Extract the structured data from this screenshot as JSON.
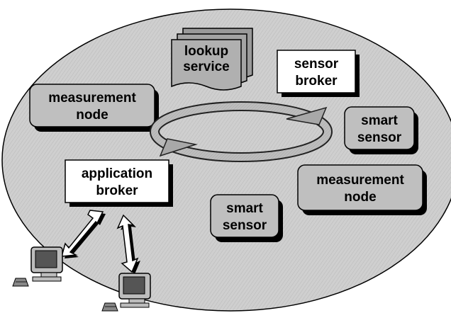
{
  "diagram": {
    "lookup_service": {
      "line1": "lookup",
      "line2": "service"
    },
    "sensor_broker": {
      "line1": "sensor",
      "line2": "broker"
    },
    "measurement_node_left": {
      "line1": "measurement",
      "line2": "node"
    },
    "smart_sensor_right": {
      "line1": "smart",
      "line2": "sensor"
    },
    "application_broker": {
      "line1": "application",
      "line2": "broker"
    },
    "measurement_node_right": {
      "line1": "measurement",
      "line2": "node"
    },
    "smart_sensor_bottom": {
      "line1": "smart",
      "line2": "sensor"
    }
  },
  "colors": {
    "ellipse_fill": "#c8c8c8",
    "gray_box_fill": "#c0c0c0",
    "white_box_fill": "#ffffff",
    "shadow": "#000000",
    "arrow_fill": "#ffffff",
    "ring_fill": "#a8a8a8",
    "ring_outline": "#222222"
  },
  "icons": [
    "computer-terminal-icon",
    "computer-terminal-icon"
  ]
}
